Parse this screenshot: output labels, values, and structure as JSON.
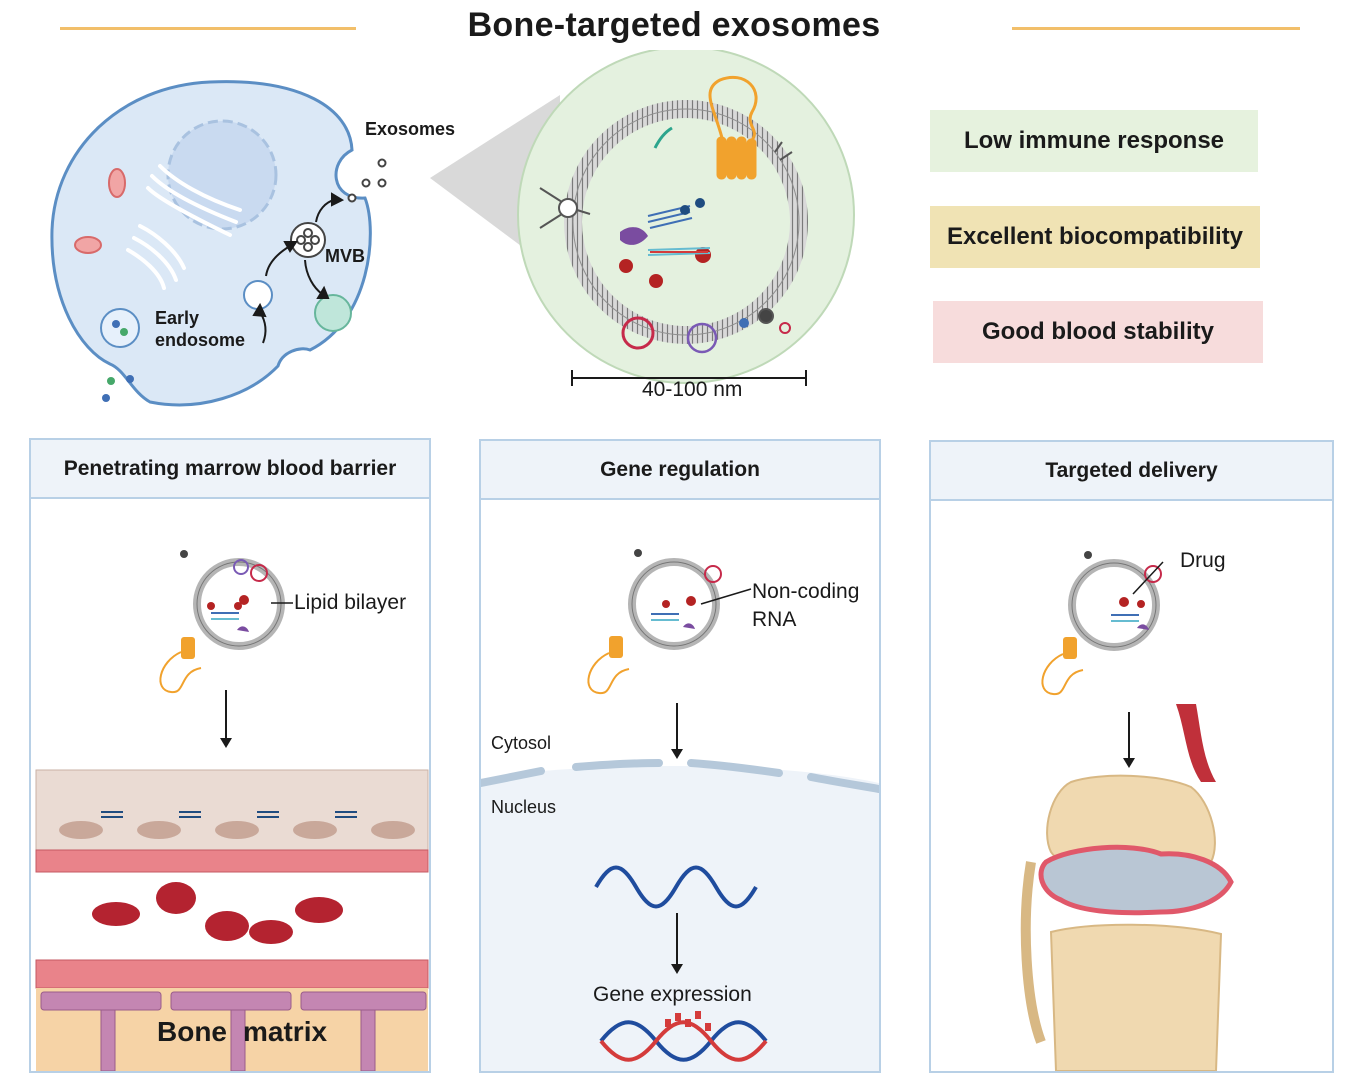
{
  "title": "Bone-targeted exosomes",
  "cell": {
    "exosomes_label": "Exosomes",
    "mvb_label": "MVB",
    "early_endosome_label": "Early\nendosome"
  },
  "exosome_detail": {
    "scale_label": "40-100 nm"
  },
  "properties": [
    {
      "label": "Low immune response",
      "color": "#e6f2de"
    },
    {
      "label": "Excellent biocompatibility",
      "color": "#f0e3b4"
    },
    {
      "label": "Good blood stability",
      "color": "#f7dcdc"
    }
  ],
  "panels": [
    {
      "title": "Penetrating marrow blood barrier",
      "annotation": "Lipid bilayer",
      "bone_label_1": "Bone",
      "bone_label_2": "matrix"
    },
    {
      "title": "Gene regulation",
      "annotation_1": "Non-coding",
      "annotation_2": "RNA",
      "cytosol_label": "Cytosol",
      "nucleus_label": "Nucleus",
      "outcome_label": "Gene expression"
    },
    {
      "title": "Targeted delivery",
      "annotation": "Drug"
    }
  ],
  "colors": {
    "accent_rule": "#f2bf6a",
    "panel_border": "#b8d0e6",
    "cell_fill": "#dbe8f6",
    "cell_stroke": "#5b8ec4"
  }
}
